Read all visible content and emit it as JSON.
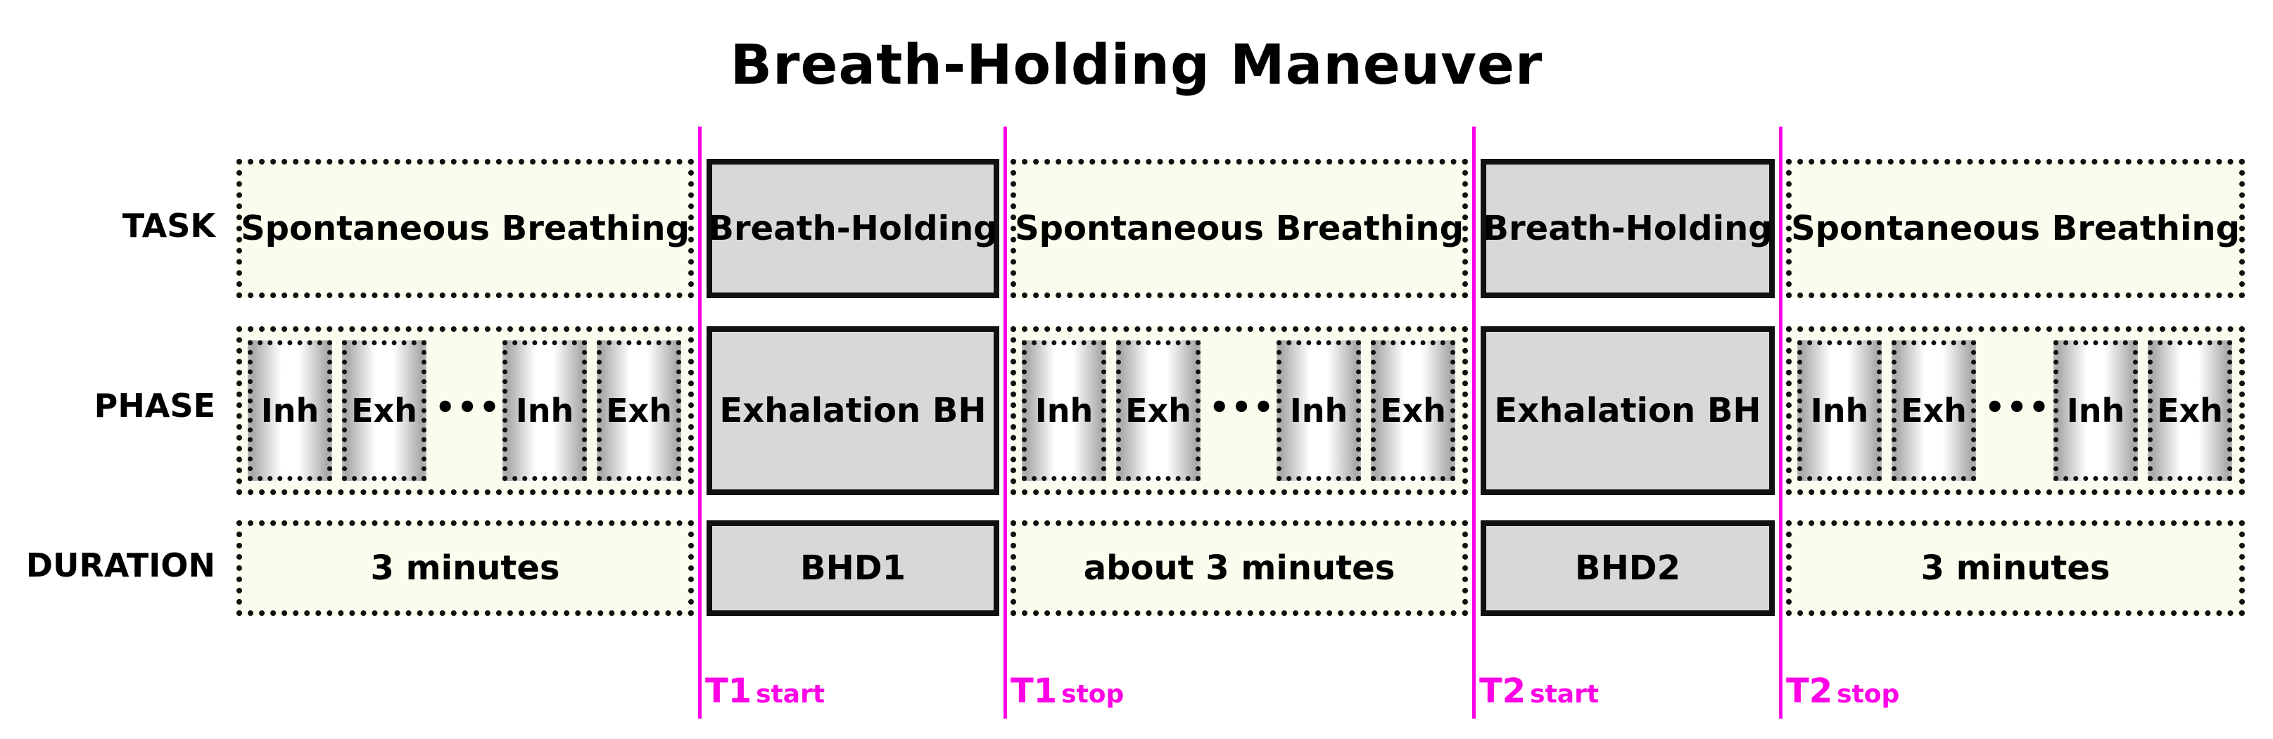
{
  "title": "Breath-Holding Maneuver",
  "row_labels": {
    "task": "TASK",
    "phase": "PHASE",
    "duration": "DURATION"
  },
  "task": {
    "sb1": "Spontaneous Breathing",
    "bh1": "Breath-Holding",
    "sb2": "Spontaneous Breathing",
    "bh2": "Breath-Holding",
    "sb3": "Spontaneous Breathing"
  },
  "phase": {
    "inh": "Inh",
    "exh": "Exh",
    "ellipsis": "•••",
    "bh1": "Exhalation BH",
    "bh2": "Exhalation BH"
  },
  "duration": {
    "sb1": "3 minutes",
    "bh1": "BHD1",
    "sb2": "about 3 minutes",
    "bh2": "BHD2",
    "sb3": "3 minutes"
  },
  "markers": {
    "t1start": {
      "main": "T1",
      "sub": "start"
    },
    "t1stop": {
      "main": "T1",
      "sub": "stop"
    },
    "t2start": {
      "main": "T2",
      "sub": "start"
    },
    "t2stop": {
      "main": "T2",
      "sub": "stop"
    }
  },
  "colors": {
    "marker": "#ff00e6",
    "dotted_fill": "#fcfcee",
    "solid_fill": "#d8d8d8"
  }
}
